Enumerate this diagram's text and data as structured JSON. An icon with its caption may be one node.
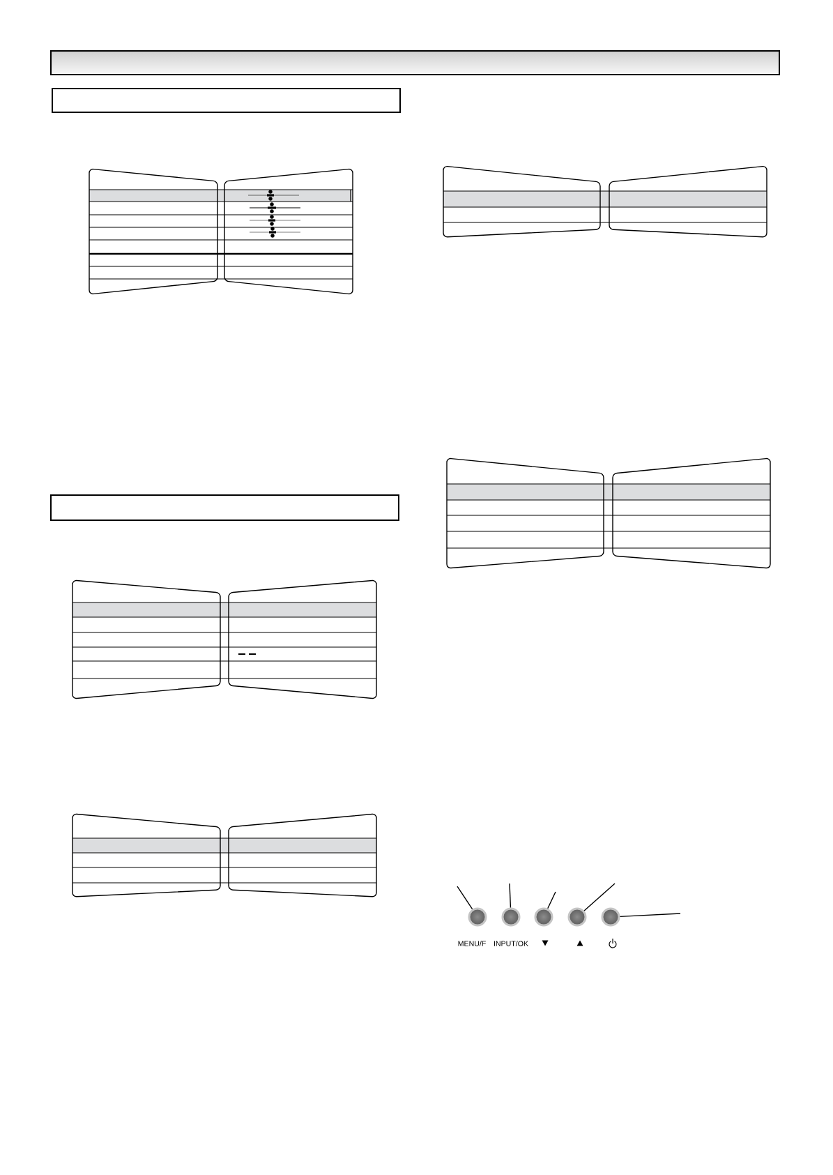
{
  "diagram": {
    "nodes": [
      {
        "text": [],
        "shape": "circle",
        "beside": [
          "MENU/F"
        ]
      },
      {
        "text": [],
        "shape": "circle",
        "beside": [
          "INPUT/OK"
        ]
      },
      {
        "text": [],
        "shape": "circle"
      },
      {
        "text": [],
        "shape": "circle"
      },
      {
        "text": [],
        "shape": "circle"
      }
    ],
    "edges": [
      {
        "from": null,
        "to": 0,
        "arrow": "none"
      },
      {
        "from": null,
        "to": 1,
        "arrow": "none"
      },
      {
        "from": null,
        "to": 2,
        "arrow": "none"
      },
      {
        "from": null,
        "to": 3,
        "arrow": "none"
      },
      {
        "from": null,
        "to": 4,
        "arrow": "none"
      }
    ]
  }
}
